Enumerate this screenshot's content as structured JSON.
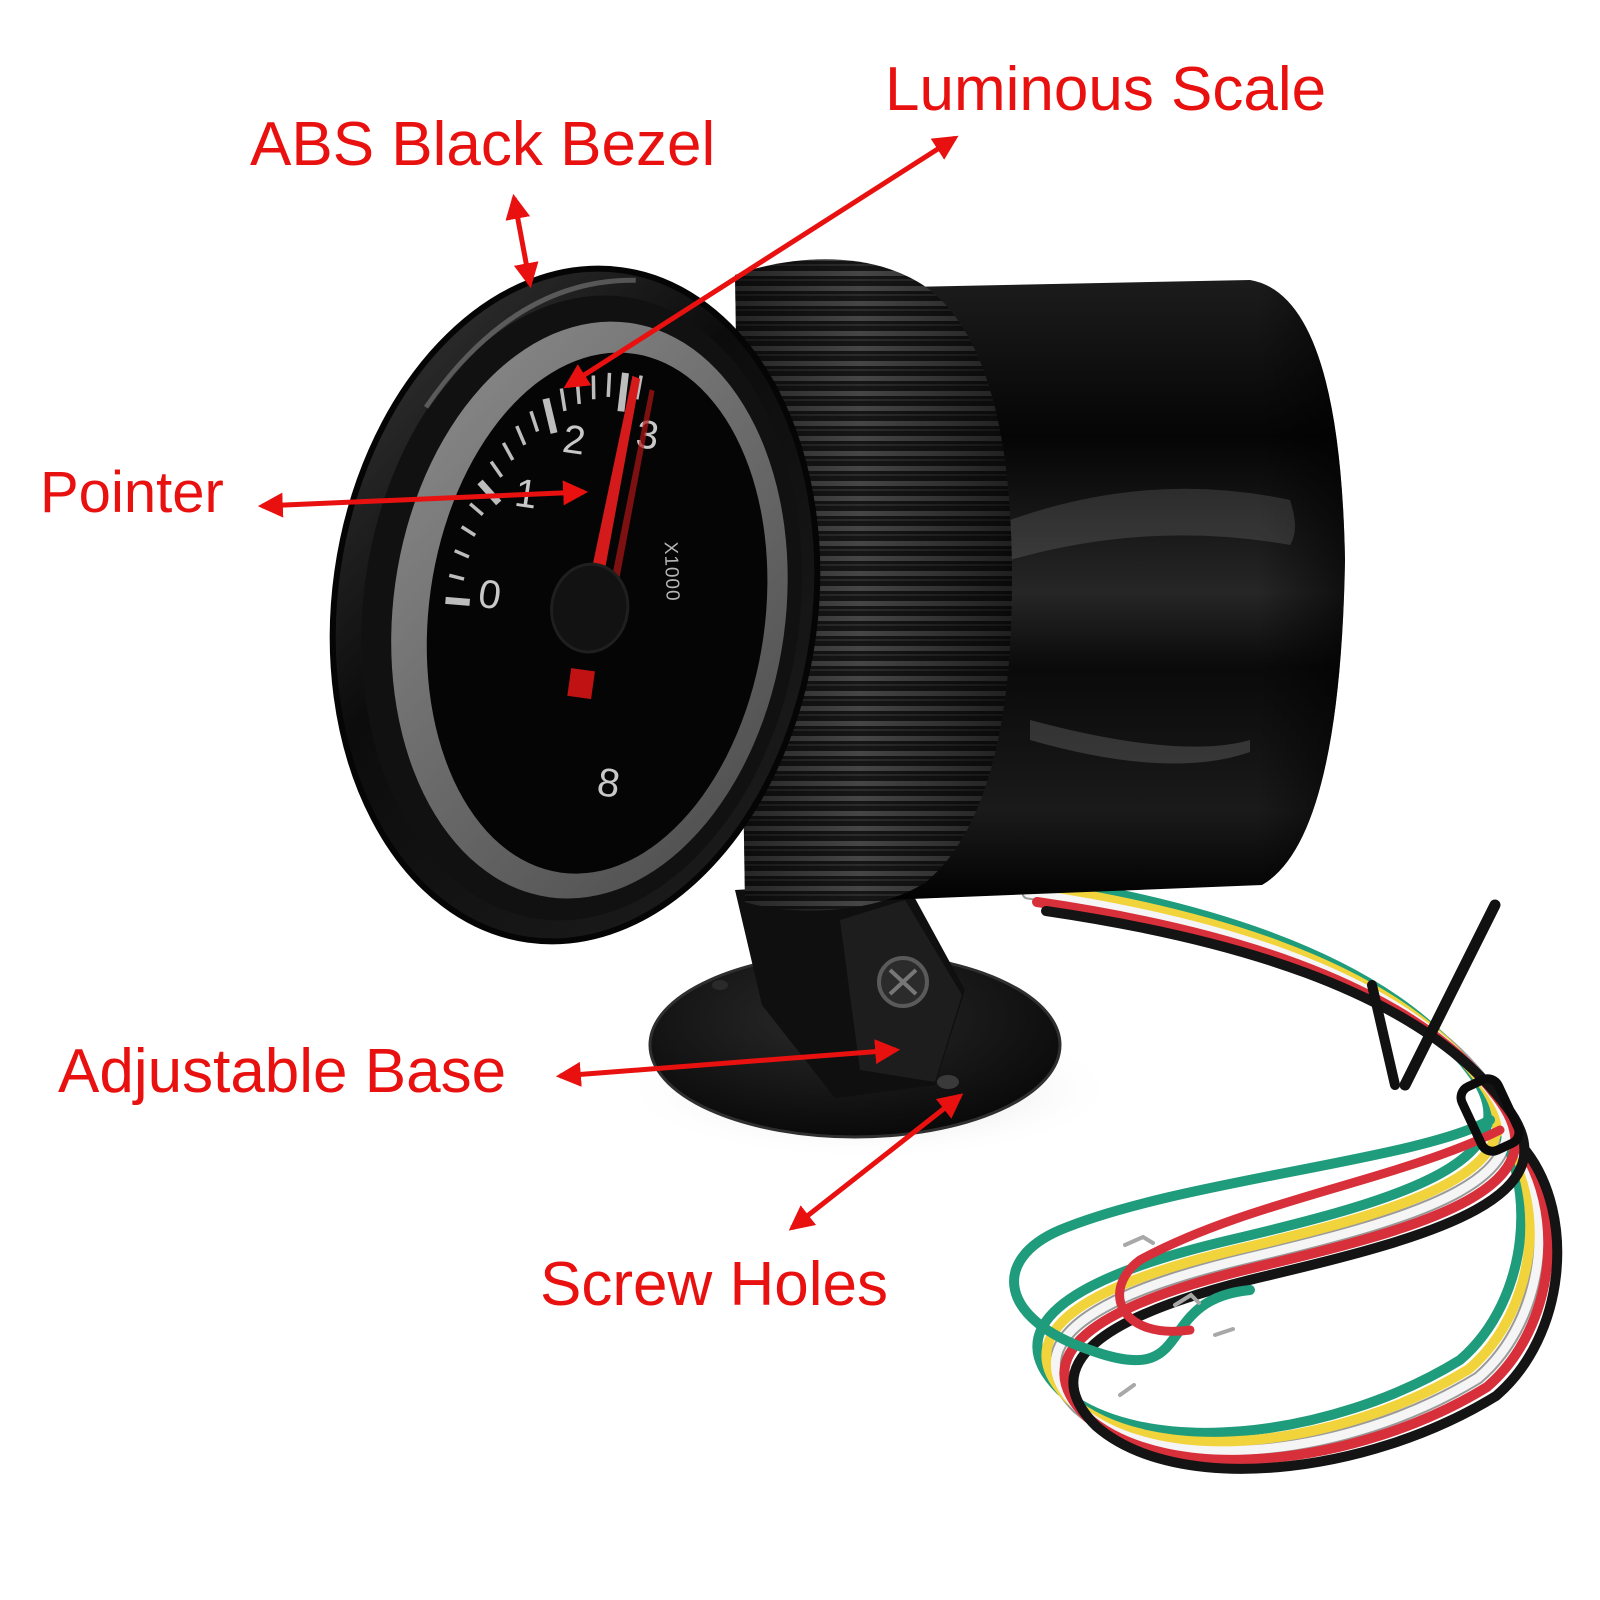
{
  "labels": {
    "luminous_scale": "Luminous Scale",
    "abs_black_bezel": "ABS Black Bezel",
    "pointer": "Pointer",
    "adjustable_base": "Adjustable Base",
    "screw_holes": "Screw Holes"
  },
  "dial": {
    "numerals": [
      "0",
      "1",
      "2",
      "3",
      "8"
    ],
    "multiplier": "X1000"
  },
  "colors": {
    "label": "#e8110f",
    "arrow": "#e8110f",
    "needle": "#d41a1a",
    "wires": [
      "#1f9c7b",
      "#f1d33b",
      "#f5f5f5",
      "#d8303b",
      "#141414"
    ]
  }
}
